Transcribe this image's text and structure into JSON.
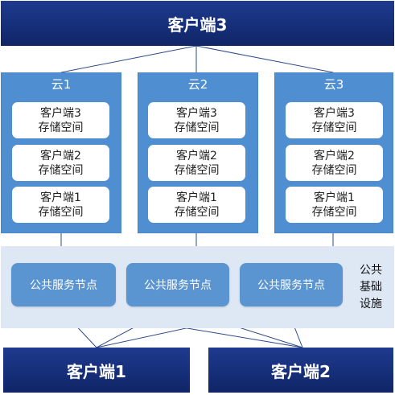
{
  "top_client": {
    "label": "客户端3"
  },
  "bottom_clients": [
    {
      "label": "客户端1"
    },
    {
      "label": "客户端2"
    }
  ],
  "clouds": [
    {
      "label": "云1",
      "storages": [
        {
          "line1": "客户端3",
          "line2": "存储空间"
        },
        {
          "line1": "客户端2",
          "line2": "存储空间"
        },
        {
          "line1": "客户端1",
          "line2": "存储空间"
        }
      ]
    },
    {
      "label": "云2",
      "storages": [
        {
          "line1": "客户端3",
          "line2": "存储空间"
        },
        {
          "line1": "客户端2",
          "line2": "存储空间"
        },
        {
          "line1": "客户端1",
          "line2": "存储空间"
        }
      ]
    },
    {
      "label": "云3",
      "storages": [
        {
          "line1": "客户端3",
          "line2": "存储空间"
        },
        {
          "line1": "客户端2",
          "line2": "存储空间"
        },
        {
          "line1": "客户端1",
          "line2": "存储空间"
        }
      ]
    }
  ],
  "public_infra": {
    "label": "公共基础设施",
    "nodes": [
      {
        "label": "公共服务节点"
      },
      {
        "label": "公共服务节点"
      },
      {
        "label": "公共服务节点"
      }
    ]
  },
  "colors": {
    "client_bar": "#1f3a8e",
    "cloud": "#4f8fd1",
    "service_node": "#5b95d1",
    "band": "#dde8f4",
    "line": "#2d4a8a"
  }
}
